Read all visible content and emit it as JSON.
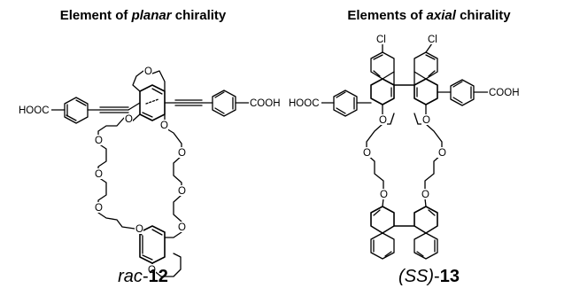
{
  "figure": {
    "left": {
      "heading_prefix": "Element of ",
      "heading_emph": "planar",
      "heading_suffix": " chirality",
      "label_prefix": "rac",
      "label_sep": "-",
      "label_number": "12",
      "atoms": {
        "left_acid": "HOOC",
        "right_acid": "COOH",
        "oxygen": "O"
      }
    },
    "right": {
      "heading_prefix": "Elements of ",
      "heading_emph": "axial",
      "heading_suffix": " chirality",
      "label_prefix": "(SS)",
      "label_sep": "-",
      "label_number": "13",
      "atoms": {
        "left_acid": "HOOC",
        "right_acid": "COOH",
        "oxygen": "O",
        "chlorine": "Cl"
      }
    }
  }
}
